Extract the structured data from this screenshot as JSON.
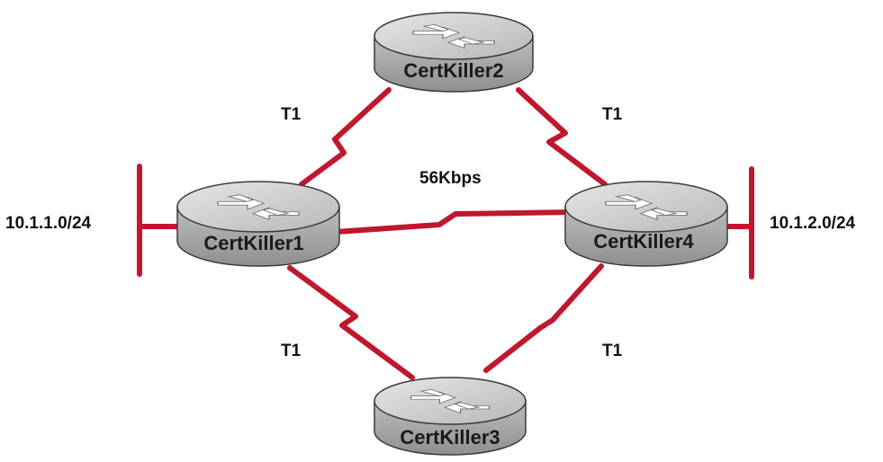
{
  "colors": {
    "link": "#c0172d",
    "router_body": "#a7a7a7",
    "router_top": "#cfcfcf",
    "router_outline": "#3a3a3a"
  },
  "routers": [
    {
      "id": "r1",
      "label": "CertKiller1"
    },
    {
      "id": "r2",
      "label": "CertKiller2"
    },
    {
      "id": "r3",
      "label": "CertKiller3"
    },
    {
      "id": "r4",
      "label": "CertKiller4"
    }
  ],
  "links": [
    {
      "from": "r1",
      "to": "r2",
      "label": "T1"
    },
    {
      "from": "r2",
      "to": "r4",
      "label": "T1"
    },
    {
      "from": "r1",
      "to": "r3",
      "label": "T1"
    },
    {
      "from": "r3",
      "to": "r4",
      "label": "T1"
    },
    {
      "from": "r1",
      "to": "r4",
      "label": "56Kbps"
    }
  ],
  "networks": [
    {
      "router": "r1",
      "label": "10.1.1.0/24"
    },
    {
      "router": "r4",
      "label": "10.1.2.0/24"
    }
  ]
}
